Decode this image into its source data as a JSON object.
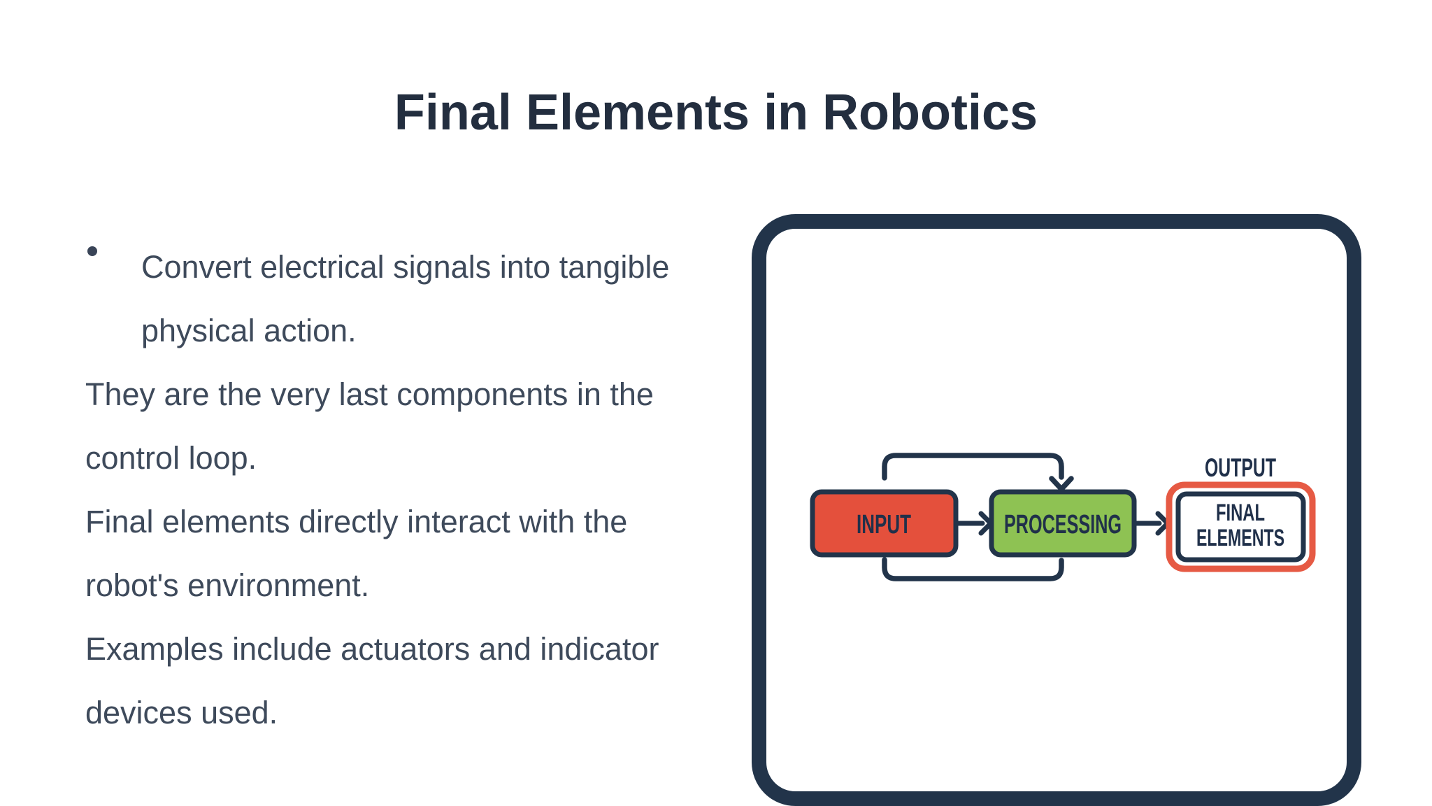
{
  "slide": {
    "title": "Final Elements in Robotics"
  },
  "body": {
    "bullet": "•",
    "lines": [
      {
        "text": "Convert electrical signals into tangible"
      },
      {
        "text": "physical action."
      },
      {
        "text": "They are the very last components in the"
      },
      {
        "text": "control loop."
      },
      {
        "text": "Final elements directly interact with the"
      },
      {
        "text": "robot's environment."
      },
      {
        "text": "Examples include actuators and indicator"
      },
      {
        "text": "devices used."
      }
    ]
  },
  "diagram": {
    "input_label": "INPUT",
    "processing_label": "PROCESSING",
    "output_label": "OUTPUT",
    "final_line1": "FINAL",
    "final_line2": "ELEMENTS",
    "input_fill": "#e4503c",
    "processing_fill": "#8ec253",
    "final_fill": "#ffffff",
    "final_outer_border": "#e65a44",
    "line_color": "#22344a"
  },
  "colors": {
    "background": "#ffffff",
    "title_text": "#232e3f",
    "body_text": "#3e4a5b",
    "navy": "#22344a",
    "red": "#e4503c",
    "green": "#8ec253",
    "coral": "#e65a44",
    "diagram_label_text": "#20304a"
  }
}
